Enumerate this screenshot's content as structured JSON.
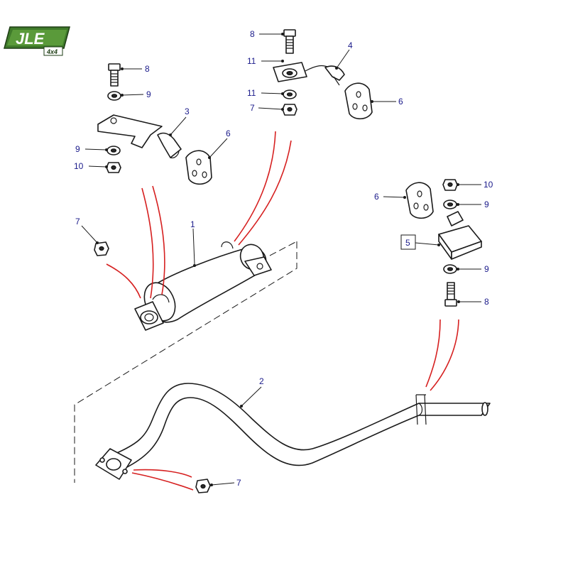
{
  "logo": {
    "brand": "JLE",
    "sub": "4x4",
    "color": "#3f7a2a"
  },
  "callouts": {
    "c1": "1",
    "c2": "2",
    "c3": "3",
    "c4": "4",
    "c5": "5",
    "c6a": "6",
    "c6b": "6",
    "c6c": "6",
    "c7a": "7",
    "c7b": "7",
    "c7c": "7",
    "c8a": "8",
    "c8b": "8",
    "c8c": "8",
    "c9a": "9",
    "c9b": "9",
    "c9c": "9",
    "c9d": "9",
    "c10a": "10",
    "c10b": "10",
    "c11a": "11",
    "c11b": "11"
  },
  "colors": {
    "label": "#1a1a8a",
    "connector": "#d62020",
    "line": "#1a1a1a"
  }
}
